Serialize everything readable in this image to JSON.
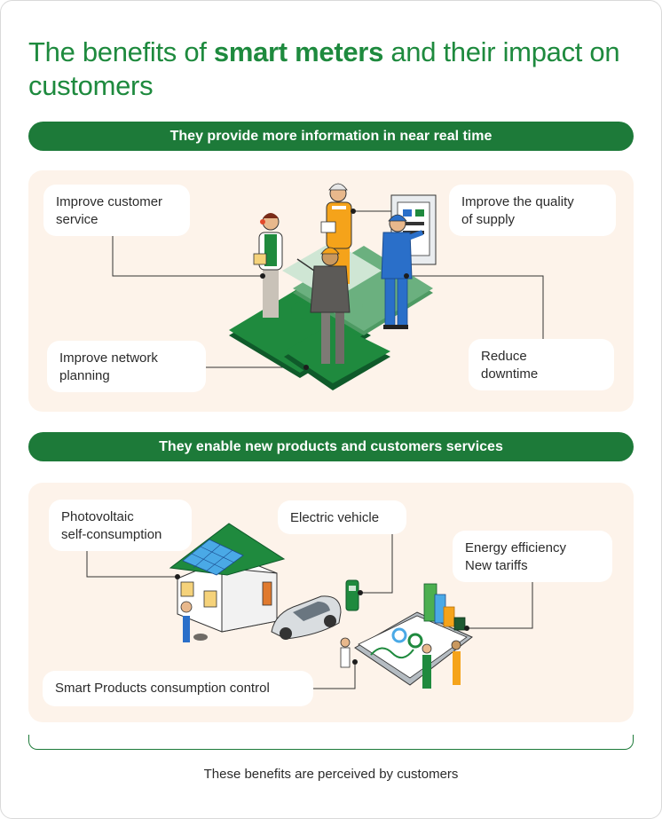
{
  "title": {
    "prefix": "The benefits of ",
    "bold": "smart meters",
    "suffix": " and their impact on customers"
  },
  "section1": {
    "banner": "They provide more information in near real time",
    "cards": {
      "customer_service": [
        "Improve customer",
        "service"
      ],
      "quality_supply": [
        "Improve the quality",
        "of supply"
      ],
      "network_planning": [
        "Improve network",
        "planning"
      ],
      "downtime": [
        "Reduce",
        "downtime"
      ]
    }
  },
  "section2": {
    "banner": "They enable new products and customers services",
    "cards": {
      "photovoltaic": [
        "Photovoltaic",
        "self-consumption"
      ],
      "electric_vehicle": [
        "Electric vehicle"
      ],
      "energy_efficiency": [
        "Energy efficiency",
        "New tariffs"
      ],
      "smart_products": [
        "Smart Products consumption control"
      ]
    }
  },
  "footer": "These benefits are perceived by customers",
  "colors": {
    "brand_green": "#1e8a3e",
    "banner_green": "#1d7a39",
    "panel_bg": "#fdf3ea",
    "worker_blue": "#2a6fc9",
    "safety_orange": "#f5a31a"
  }
}
